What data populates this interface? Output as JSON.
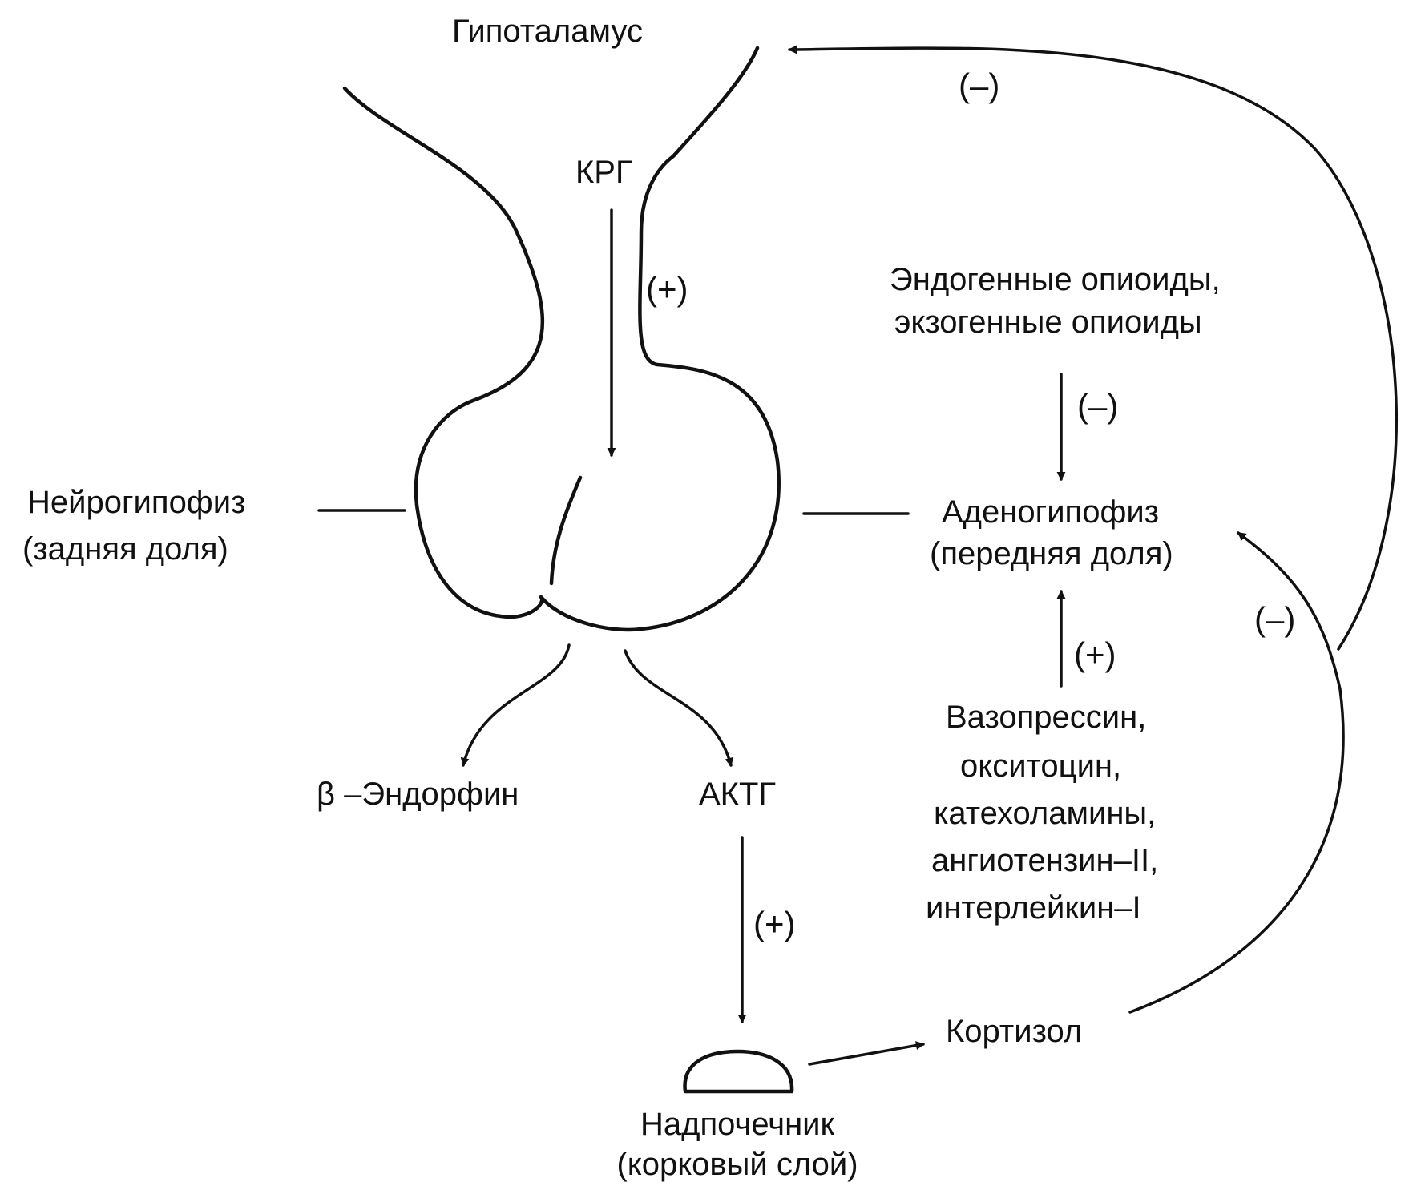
{
  "labels": {
    "hypothalamus": "Гипоталамус",
    "crh": "КРГ",
    "crh_sign": "(+)",
    "feedback_top_sign": "(–)",
    "opioids_line1": "Эндогенные опиоиды,",
    "opioids_line2": "экзогенные опиоиды",
    "opioids_sign": "(–)",
    "neuro_line1": "Нейрогипофиз",
    "neuro_line2": "(задняя доля)",
    "adeno_line1": "Аденогипофиз",
    "adeno_line2": "(передняя доля)",
    "cortisol_to_adeno_sign": "(–)",
    "stimulators_sign": "(+)",
    "stimulators": [
      "Вазопрессин,",
      "окситоцин,",
      "катехоламины,",
      "ангиотензин–II,",
      "интерлейкин–I"
    ],
    "beta_endorphin": "β –Эндорфин",
    "acth": "АКТГ",
    "acth_sign": "(+)",
    "cortisol": "Кортизол",
    "adrenal_line1": "Надпочечник",
    "adrenal_line2": "(корковый слой)"
  }
}
